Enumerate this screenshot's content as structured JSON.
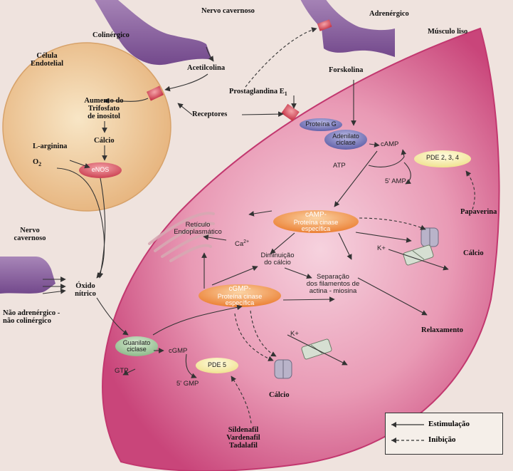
{
  "labels": {
    "nervo_cavernoso_top": "Nervo cavernoso",
    "adrenergico": "Adrenérgico",
    "colinergico": "Colinérgico",
    "musculo_liso": "Músculo liso",
    "celula_endotelial_1": "Célula",
    "celula_endotelial_2": "Endotelial",
    "acetilcolina": "Acetilcolina",
    "forskolina": "Forskolina",
    "prostaglandina_main": "Prostaglandina E",
    "prostaglandina_sub": "1",
    "aumento_1": "Aumento do",
    "aumento_2": "Trifosfato",
    "aumento_3": "de inositol",
    "receptores": "Receptores",
    "proteina_g": "Proteína G",
    "adenilato_1": "Adenilato",
    "adenilato_2": "ciclase",
    "calcio_endo": "Cálcio",
    "camp": "cAMP",
    "l_arginina": "L-arginina",
    "o2_main": "O",
    "o2_sub": "2",
    "enos": "eNOS",
    "atp": "ATP",
    "pde234": "PDE 2, 3, 4",
    "amp5": "5' AMP",
    "papaverina": "Papaverina",
    "reticulo_1": "Retículo",
    "reticulo_2": "Endoplasmático",
    "camp_pk_1": "cAMP-",
    "camp_pk_2": "Proteína cinase",
    "camp_pk_3": "específica",
    "ca2_main": "Ca",
    "ca2_sup": "2+",
    "diminuicao_1": "Diminuição",
    "diminuicao_2": "do cálcio",
    "k_plus_1": "K+",
    "calcio_right": "Cálcio",
    "nervo_cav_left_1": "Nervo",
    "nervo_cav_left_2": "cavernoso",
    "oxido_1": "Óxido",
    "oxido_2": "nítrico",
    "separacao_1": "Separação",
    "separacao_2": "dos filamentos de",
    "separacao_3": "actina - miosina",
    "nao_adrenergico_1": "Não adrenérgico -",
    "nao_adrenergico_2": "não colinérgico",
    "cgmp_pk_1": "cGMP-",
    "cgmp_pk_2": "Proteína cinase",
    "cgmp_pk_3": "específica",
    "relaxamento": "Relaxamento",
    "k_plus_2": "K+",
    "guanilato_1": "Guanilato",
    "guanilato_2": "ciclase",
    "cgmp": "cGMP",
    "gtp": "GTP",
    "pde5": "PDE 5",
    "gmp5": "5' GMP",
    "calcio_bottom": "Cálcio",
    "sildenafil": "Sildenafil",
    "vardenafil": "Vardenafil",
    "tadalafil": "Tadalafil"
  },
  "legend": {
    "estimulacao": "Estimulação",
    "inibicao": "Inibição"
  },
  "colors": {
    "background": "#efe3de",
    "muscle": "#d0507f",
    "endothelial": "#f0c995",
    "nerve": "#8a5fa0",
    "receptor": "#d9305a",
    "protein_g": "#6f6fb0",
    "enzyme_green": "#9cc29a",
    "kinase_orange": "#f08a3c",
    "pde_yellow": "#f4ea9a"
  }
}
